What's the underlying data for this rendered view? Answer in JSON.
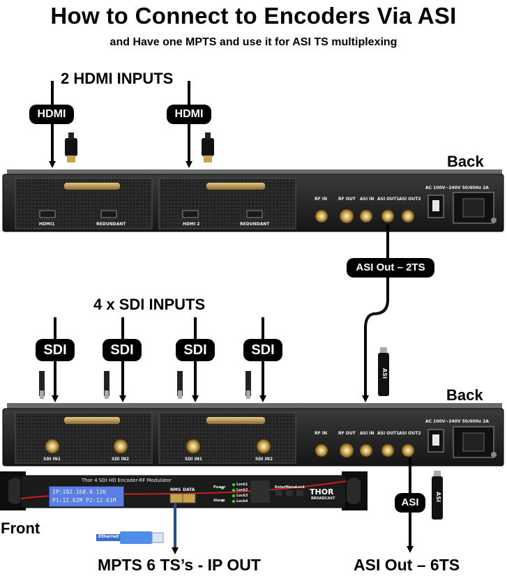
{
  "title": "How to Connect to Encoders Via ASI",
  "subtitle": "and Have one MPTS and use it for ASI TS multiplexing",
  "labels": {
    "hdmi_inputs": "2 HDMI INPUTS",
    "sdi_inputs": "4 x SDI INPUTS",
    "back_top": "Back",
    "back_bottom": "Back",
    "front": "Front",
    "ip_out": "MPTS 6 TS’s - IP OUT",
    "asi_out_6ts": "ASI Out – 6TS"
  },
  "pills": {
    "hdmi_1": "HDMI",
    "hdmi_2": "HDMI",
    "sdi_1": "SDI",
    "sdi_2": "SDI",
    "sdi_3": "SDI",
    "sdi_4": "SDI",
    "asi_out_2ts": "ASI Out – 2TS",
    "asi": "ASI"
  },
  "connector_labels": {
    "asi_plug": "ASI",
    "ethernet_plug": "Ethernet"
  },
  "unit_top": {
    "port_hdmi1": "HDMI1",
    "port_redundant_1": "REDUNDANT",
    "port_hdmi2": "HDMI 2",
    "port_redundant_2": "REDUNDANT",
    "rf_in": "RF IN",
    "rf_out": "RF OUT",
    "asi_in": "ASI IN",
    "asi_out1": "ASI OUT1",
    "asi_out2": "ASI OUT2",
    "power": "AC 100V~240V 50/60Hz 2A"
  },
  "unit_bottom": {
    "sdi_in1_a": "SDI IN1",
    "sdi_in2_a": "SDI IN2",
    "sdi_in1_b": "SDI IN1",
    "sdi_in2_b": "SDI IN2",
    "rf_in": "RF IN",
    "rf_out": "RF OUT",
    "asi_in": "ASI IN",
    "asi_out1": "ASI OUT1",
    "asi_out2": "ASI OUT2",
    "power": "AC 100V~240V 50/60Hz 2A"
  },
  "front_unit": {
    "model": "Thor 4 SDI HD Encoder-RF Modulator",
    "lcd_line1": "IP:192.168.0.136",
    "lcd_line2": "P1:12.62M P2:12.61M",
    "nms": "NMS",
    "data": "DATA",
    "led_power": "Power",
    "led_alarm": "Alarm",
    "lock1": "Lock1",
    "lock2": "Lock2",
    "lock3": "Lock3",
    "lock4": "Lock4",
    "btn_enter": "Enter",
    "btn_menu": "Menu",
    "btn_lock": "Lock",
    "brand": "THOR",
    "brand_sub": "BROADCAST"
  }
}
